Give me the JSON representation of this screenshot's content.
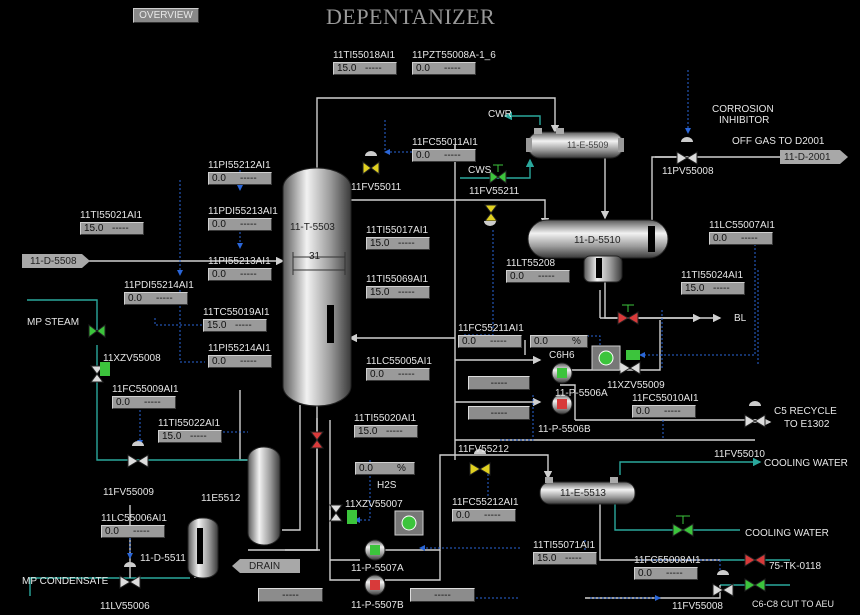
{
  "title": "DEPENTANIZER",
  "overview_button": "OVERVIEW",
  "vessels": {
    "column": "11-T-5503",
    "tray": "31",
    "reflux_drum": "11-D-5510",
    "condenser": "11-E-5509",
    "exchanger": "11-E-5513",
    "reboiler": "11E5512",
    "drum_5511": "11-D-5511"
  },
  "streams": {
    "feed": "11-D-5508",
    "off_gas_dest": "11-D-2001",
    "off_gas_label": "OFF GAS TO D2001",
    "drain": "DRAIN",
    "mp_steam": "MP STEAM",
    "mp_condensate": "MP CONDENSATE",
    "cwr": "CWR",
    "cws": "CWS",
    "corrosion_inhibitor_1": "CORROSION",
    "corrosion_inhibitor_2": "INHIBITOR",
    "bl": "BL",
    "c5_recycle_1": "C5 RECYCLE",
    "c5_recycle_2": "TO E1302",
    "cooling_water_1": "COOLING WATER",
    "cooling_water_2": "COOLING WATER",
    "tk_0118": "75-TK-0118",
    "c6c8": "C6-C8 CUT TO AEU"
  },
  "pumps": {
    "p5506a": "11-P-5506A",
    "p5506b": "11-P-5506B",
    "p5507a": "11-P-5507A",
    "p5507b": "11-P-5507B"
  },
  "valves": {
    "fv55011": "11FV55011",
    "fv55211": "11FV55211",
    "pv55008": "11PV55008",
    "xzv55008": "11XZV55008",
    "fv55009": "11FV55009",
    "xzv55009": "11XZV55009",
    "fv55010": "11FV55010",
    "fv55212": "11FV55212",
    "xzv55007": "11XZV55007",
    "lv55006": "11LV55006",
    "fv55008": "11FV55008"
  },
  "analyzers": {
    "c6h6_label": "C6H6",
    "c6h6_value": "0.0",
    "c6h6_unit": "%",
    "h2s_label": "H2S",
    "h2s_value": "0.0",
    "h2s_unit": "%"
  },
  "instruments": [
    {
      "tag": "11TI55018AI1",
      "value": "15.0",
      "unit": "-----"
    },
    {
      "tag": "11PZT55008A-1_6",
      "value": "0.0",
      "unit": "-----"
    },
    {
      "tag": "11FC55011AI1",
      "value": "0.0",
      "unit": "-----"
    },
    {
      "tag": "11PI55212AI1",
      "value": "0.0",
      "unit": "-----"
    },
    {
      "tag": "11PDI55213AI1",
      "value": "0.0",
      "unit": "-----"
    },
    {
      "tag": "11TI55021AI1",
      "value": "15.0",
      "unit": "-----"
    },
    {
      "tag": "11TI55017AI1",
      "value": "15.0",
      "unit": "-----"
    },
    {
      "tag": "11PI55213AI1",
      "value": "0.0",
      "unit": "-----"
    },
    {
      "tag": "11PDI55214AI1",
      "value": "0.0",
      "unit": "-----"
    },
    {
      "tag": "11TI55069AI1",
      "value": "15.0",
      "unit": "-----"
    },
    {
      "tag": "11TC55019AI1",
      "value": "15.0",
      "unit": "-----"
    },
    {
      "tag": "11PI55214AI1",
      "value": "0.0",
      "unit": "-----"
    },
    {
      "tag": "11LC55005AI1",
      "value": "0.0",
      "unit": "-----"
    },
    {
      "tag": "11FC55009AI1",
      "value": "0.0",
      "unit": "-----"
    },
    {
      "tag": "11TI55022AI1",
      "value": "15.0",
      "unit": "-----"
    },
    {
      "tag": "11TI55020AI1",
      "value": "15.0",
      "unit": "-----"
    },
    {
      "tag": "11LC55006AI1",
      "value": "0.0",
      "unit": "-----"
    },
    {
      "tag": "11LT55208",
      "value": "0.0",
      "unit": "-----"
    },
    {
      "tag": "11FC55211AI1",
      "value": "0.0",
      "unit": "-----"
    },
    {
      "tag": "11LC55007AI1",
      "value": "0.0",
      "unit": "-----"
    },
    {
      "tag": "11TI55024AI1",
      "value": "15.0",
      "unit": "-----"
    },
    {
      "tag": "11FC55010AI1",
      "value": "0.0",
      "unit": "-----"
    },
    {
      "tag": "11FC55212AI1",
      "value": "0.0",
      "unit": "-----"
    },
    {
      "tag": "11TI55071AI1",
      "value": "15.0",
      "unit": "-----"
    },
    {
      "tag": "11FC55008AI1",
      "value": "0.0",
      "unit": "-----"
    }
  ],
  "blank_buttons": [
    "-----",
    "-----",
    "-----",
    "-----"
  ],
  "colors": {
    "line": "#cfcfcf",
    "signal": "#2a66d8",
    "teal": "#2aa79c",
    "valve_open": "#3cc43c",
    "valve_closed": "#d83a3a",
    "valve_yellow": "#e0d020"
  }
}
